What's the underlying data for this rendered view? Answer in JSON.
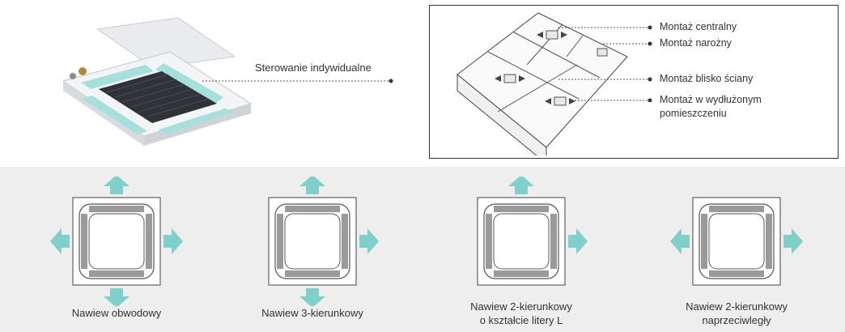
{
  "unit_callout": "Sterowanie indywidualne",
  "installation": {
    "labels": [
      "Montaż centralny",
      "Montaż narożny",
      "Montaż blisko ściany",
      "Montaż w wydłużonym\npomieszczeniu"
    ]
  },
  "airflow": [
    {
      "caption": "Nawiew obwodowy",
      "directions": [
        "up",
        "down",
        "left",
        "right"
      ]
    },
    {
      "caption": "Nawiew 3-kierunkowy",
      "directions": [
        "up",
        "down",
        "right"
      ]
    },
    {
      "caption": "Nawiew 2-kierunkowy\no kształcie litery L",
      "directions": [
        "up",
        "right"
      ]
    },
    {
      "caption": "Nawiew 2-kierunkowy\nnaprzeciwległy",
      "directions": [
        "left",
        "right"
      ]
    }
  ],
  "colors": {
    "arrow": "#7fcfcb",
    "band": "#eeeeee",
    "panel_vent": "#9a9a9a"
  }
}
